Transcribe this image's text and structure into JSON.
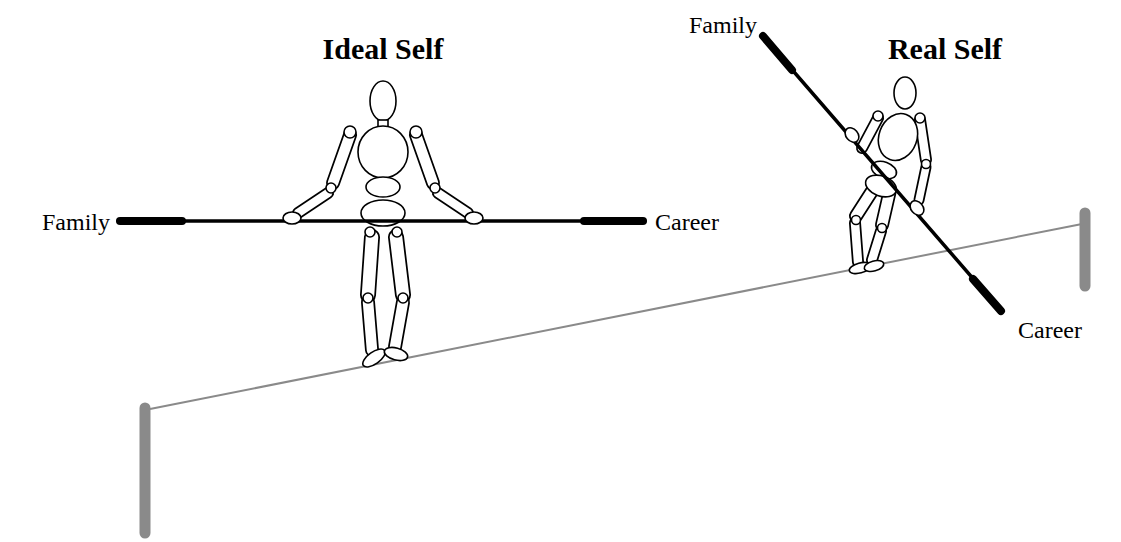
{
  "diagram": {
    "labels": [
      "Ideal Self",
      "Family",
      "Career",
      "Real Self",
      "Family",
      "Career"
    ]
  }
}
